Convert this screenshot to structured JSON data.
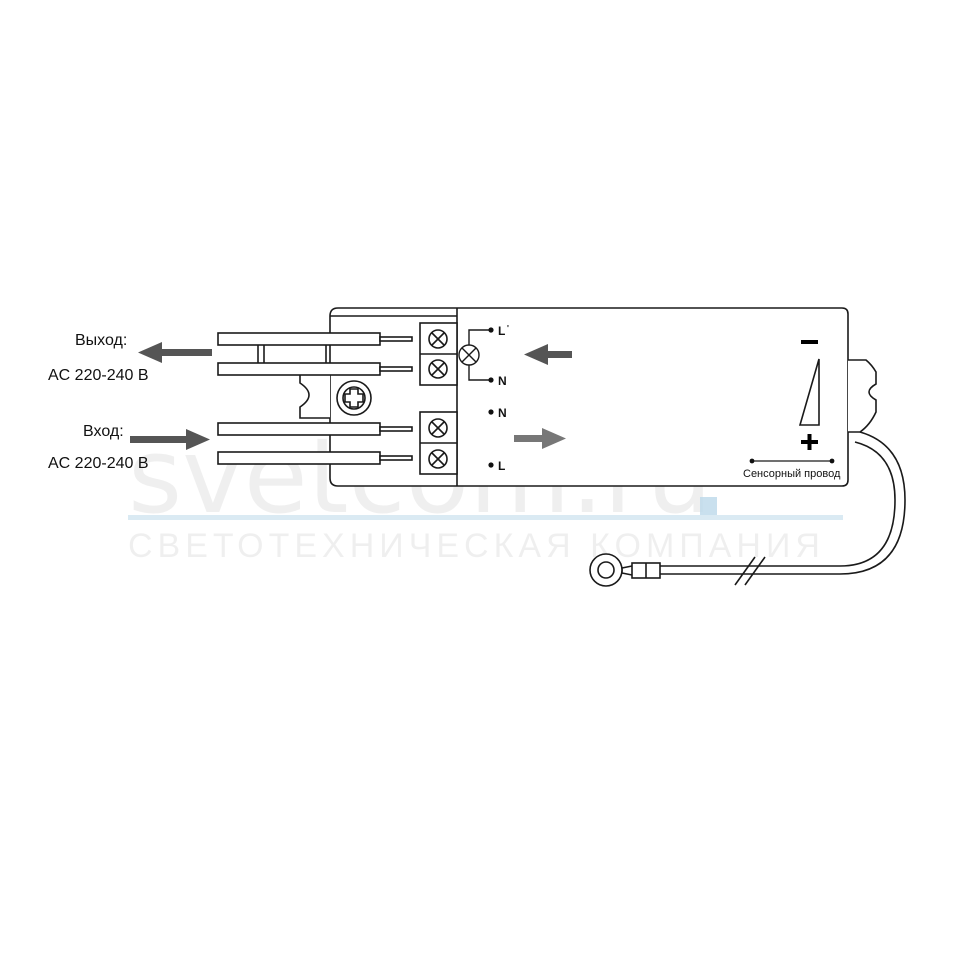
{
  "labels": {
    "output_title": "Выход:",
    "output_voltage": "AC 220-240 В",
    "input_title": "Вход:",
    "input_voltage": "AC 220-240 В",
    "terminal_l_out": "L",
    "terminal_l_out_sup": "'",
    "terminal_n_out": "N",
    "terminal_n_in": "N",
    "terminal_l_in": "L",
    "minus_sign": "–",
    "plus_sign": "+",
    "sensor_wire": "Сенсорный провод"
  },
  "watermark": {
    "site": "svetcom.ru",
    "company": "СВЕТОТЕХНИЧЕСКАЯ КОМПАНИЯ"
  },
  "colors": {
    "line": "#1a1a1a",
    "arrow": "#555555",
    "watermark_bar": "#bcd8ea"
  }
}
